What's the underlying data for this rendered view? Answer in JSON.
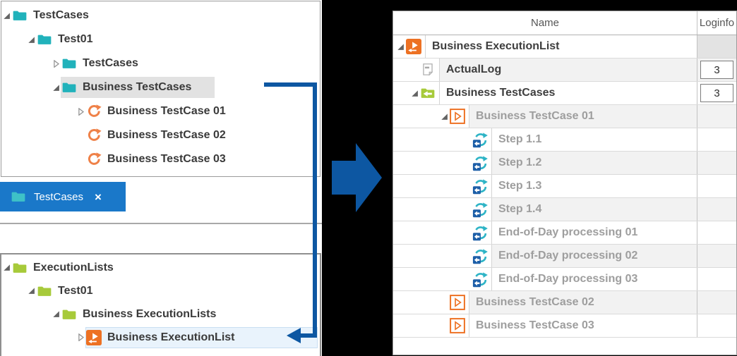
{
  "colors": {
    "teal_folder": "#21b2bb",
    "tab_teal_folder": "#3ec1c7",
    "green_folder": "#a7ca3a",
    "orange": "#ed7123",
    "orange_refresh": "#ef8148",
    "tab_blue": "#1a78c9",
    "connector_blue": "#0d57a2",
    "step_teal": "#2eb4c6",
    "step_blue": "#1d5fa8",
    "selected_gray_bg": "#e2e2e2",
    "selected_blue_bg": "#e9f3fc",
    "stripe_gray": "#f2f2f2",
    "muted_text": "#9e9e9e",
    "dark_text": "#3e3e3e"
  },
  "left_top_tree": {
    "items": [
      {
        "label": "TestCases",
        "level": 0,
        "expander": "expanded",
        "icon": "folder-teal",
        "selected": false
      },
      {
        "label": "Test01",
        "level": 1,
        "expander": "expanded",
        "icon": "folder-teal",
        "selected": false
      },
      {
        "label": "TestCases",
        "level": 2,
        "expander": "collapsed",
        "icon": "folder-teal",
        "selected": false
      },
      {
        "label": "Business TestCases",
        "level": 2,
        "expander": "expanded",
        "icon": "folder-teal",
        "selected": true
      },
      {
        "label": "Business TestCase 01",
        "level": 3,
        "expander": "collapsed",
        "icon": "refresh-orange",
        "selected": false
      },
      {
        "label": "Business TestCase 02",
        "level": 3,
        "expander": "none",
        "icon": "refresh-orange",
        "selected": false
      },
      {
        "label": "Business TestCase 03",
        "level": 3,
        "expander": "none",
        "icon": "refresh-orange",
        "selected": false
      }
    ]
  },
  "tab": {
    "label": "TestCases",
    "close_glyph": "×",
    "icon": "folder-teal"
  },
  "left_bottom_tree": {
    "items": [
      {
        "label": "ExecutionLists",
        "level": 0,
        "expander": "expanded",
        "icon": "folder-green",
        "selected": false
      },
      {
        "label": "Test01",
        "level": 1,
        "expander": "expanded",
        "icon": "folder-green",
        "selected": false
      },
      {
        "label": "Business ExecutionLists",
        "level": 2,
        "expander": "expanded",
        "icon": "folder-green",
        "selected": false
      },
      {
        "label": "Business ExecutionList",
        "level": 3,
        "expander": "collapsed",
        "icon": "executionlist-orange",
        "selected": true
      }
    ]
  },
  "right_table": {
    "columns": [
      "Name",
      "Loginfo"
    ],
    "rows": [
      {
        "label": "Business ExecutionList",
        "level": 0,
        "expander": "expanded",
        "icon": "executionlist-orange",
        "loginfo": "",
        "loginfo_style": "disabled",
        "muted": false
      },
      {
        "label": "ActualLog",
        "level": 1,
        "expander": "none",
        "icon": "document",
        "loginfo": "3",
        "loginfo_style": "box",
        "muted": false
      },
      {
        "label": "Business TestCases",
        "level": 1,
        "expander": "expanded",
        "icon": "folder-green-arrow",
        "loginfo": "3",
        "loginfo_style": "box",
        "muted": false
      },
      {
        "label": "Business TestCase 01",
        "level": 2,
        "expander": "expanded",
        "icon": "testcase-orange",
        "loginfo": "",
        "loginfo_style": "plain",
        "muted": true
      },
      {
        "label": "Step 1.1",
        "level": 3,
        "expander": "none",
        "icon": "step-blue",
        "loginfo": "",
        "loginfo_style": "plain",
        "muted": true
      },
      {
        "label": "Step 1.2",
        "level": 3,
        "expander": "none",
        "icon": "step-blue",
        "loginfo": "",
        "loginfo_style": "plain",
        "muted": true
      },
      {
        "label": "Step 1.3",
        "level": 3,
        "expander": "none",
        "icon": "step-blue",
        "loginfo": "",
        "loginfo_style": "plain",
        "muted": true
      },
      {
        "label": "Step 1.4",
        "level": 3,
        "expander": "none",
        "icon": "step-blue",
        "loginfo": "",
        "loginfo_style": "plain",
        "muted": true
      },
      {
        "label": "End-of-Day processing 01",
        "level": 3,
        "expander": "none",
        "icon": "step-blue",
        "loginfo": "",
        "loginfo_style": "plain",
        "muted": true
      },
      {
        "label": "End-of-Day processing 02",
        "level": 3,
        "expander": "none",
        "icon": "step-blue",
        "loginfo": "",
        "loginfo_style": "plain",
        "muted": true
      },
      {
        "label": "End-of-Day processing 03",
        "level": 3,
        "expander": "none",
        "icon": "step-blue",
        "loginfo": "",
        "loginfo_style": "plain",
        "muted": true
      },
      {
        "label": "Business TestCase 02",
        "level": 2,
        "expander": "none",
        "icon": "testcase-orange",
        "loginfo": "",
        "loginfo_style": "plain",
        "muted": true
      },
      {
        "label": "Business TestCase 03",
        "level": 2,
        "expander": "none",
        "icon": "testcase-orange",
        "loginfo": "",
        "loginfo_style": "plain",
        "muted": true
      }
    ]
  }
}
